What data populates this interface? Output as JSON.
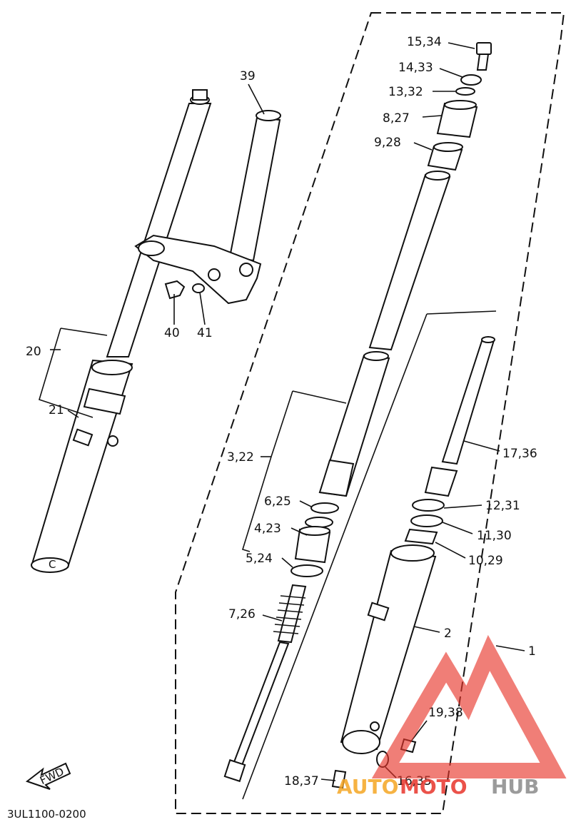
{
  "diagram_code": "3UL1100-0200",
  "fwd_label": "FWD",
  "watermark": {
    "text_a": "AUTO",
    "text_b": "MOTO",
    "text_c": "HUB",
    "color_red": "#e8352b",
    "color_orange": "#f5a623",
    "color_gray": "#8a8a8a"
  },
  "callouts": {
    "c_15_34": "15,34",
    "c_14_33": "14,33",
    "c_13_32": "13,32",
    "c_8_27": "8,27",
    "c_9_28": "9,28",
    "c_39": "39",
    "c_40": "40",
    "c_41": "41",
    "c_20": "20",
    "c_21": "21",
    "c_3_22": "3,22",
    "c_6_25": "6,25",
    "c_4_23": "4,23",
    "c_5_24": "5,24",
    "c_7_26": "7,26",
    "c_17_36": "17,36",
    "c_12_31": "12,31",
    "c_11_30": "11,30",
    "c_10_29": "10,29",
    "c_2": "2",
    "c_1": "1",
    "c_19_38": "19,38",
    "c_16_35": "16,35",
    "c_18_37": "18,37"
  }
}
